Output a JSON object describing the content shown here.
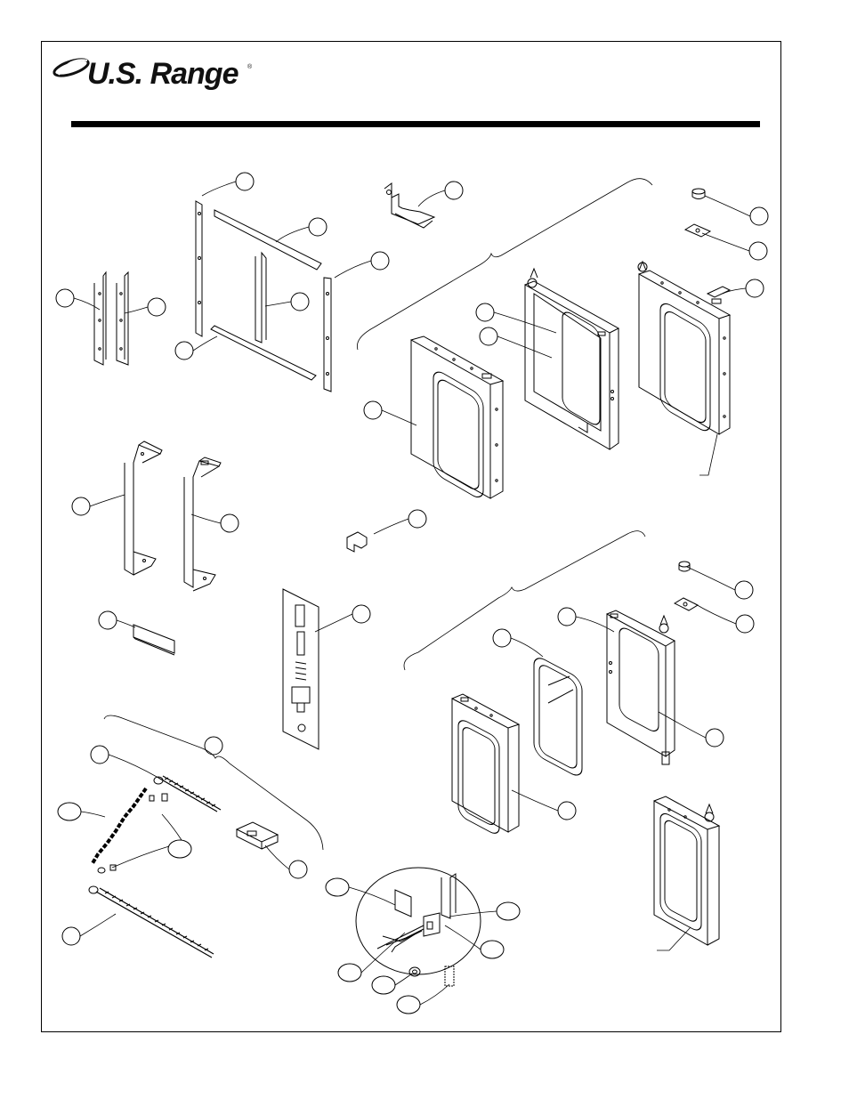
{
  "brand": {
    "logo_text": "U.S. Range",
    "trademark": "®"
  },
  "colors": {
    "ink": "#000000",
    "background": "#ffffff"
  },
  "diagram": {
    "type": "exploded parts view",
    "callout_count": 39,
    "callout_labels": []
  }
}
